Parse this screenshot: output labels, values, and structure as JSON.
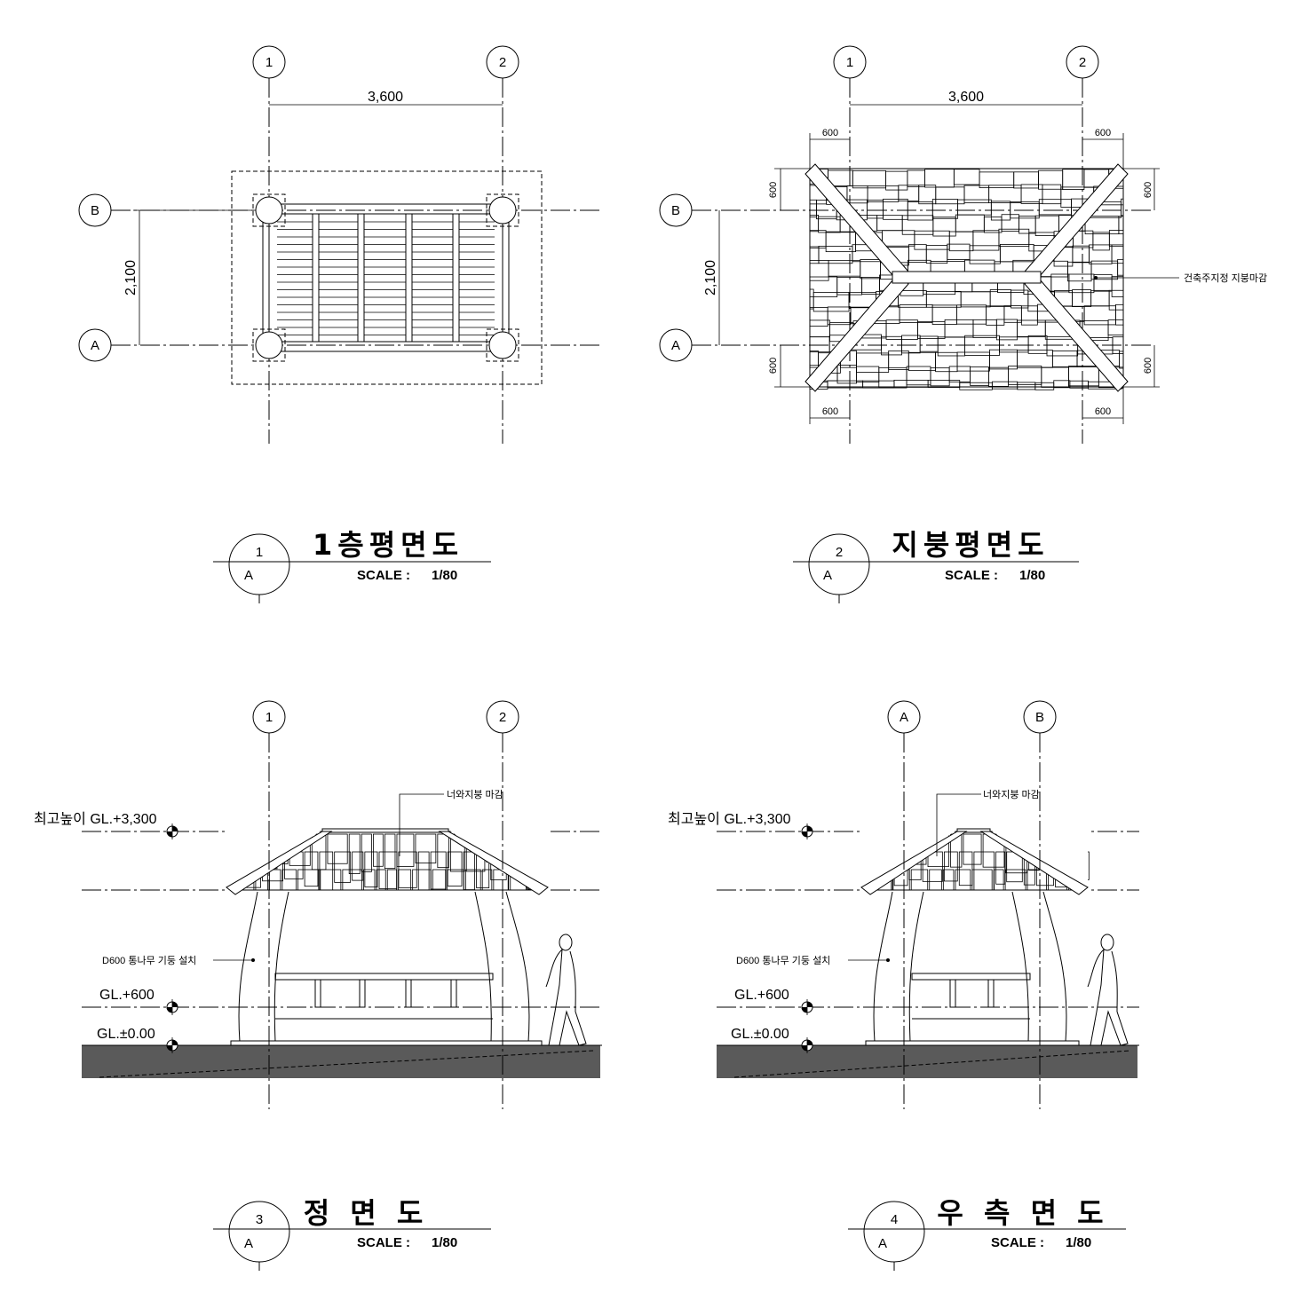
{
  "colors": {
    "ground": "#5a5a5a",
    "line": "#000000"
  },
  "plan_floor": {
    "grid_x": [
      "1",
      "2"
    ],
    "grid_y": [
      "B",
      "A"
    ],
    "dim_x": "3,600",
    "dim_y": "2,100",
    "title_no": "1",
    "title_sheet": "A",
    "title": "1층평면도",
    "scale_label": "SCALE :",
    "scale": "1/80"
  },
  "plan_roof": {
    "grid_x": [
      "1",
      "2"
    ],
    "grid_y": [
      "B",
      "A"
    ],
    "dim_x": "3,600",
    "dim_y": "2,100",
    "overhang": "600",
    "note": "건축주지정 지붕마감",
    "title_no": "2",
    "title_sheet": "A",
    "title": "지붕평면도",
    "scale_label": "SCALE :",
    "scale": "1/80"
  },
  "elev_front": {
    "grid_x": [
      "1",
      "2"
    ],
    "level_top": "최고높이 GL.+3,300",
    "level_600": "GL.+600",
    "level_0": "GL.±0.00",
    "note_roof": "너와지붕 마감",
    "note_column": "D600 통나무 기둥 설치",
    "title_no": "3",
    "title_sheet": "A",
    "title": "정 면 도",
    "scale_label": "SCALE :",
    "scale": "1/80"
  },
  "elev_side": {
    "grid_x": [
      "A",
      "B"
    ],
    "level_top": "최고높이 GL.+3,300",
    "level_600": "GL.+600",
    "level_0": "GL.±0.00",
    "note_roof": "너와지붕 마감",
    "note_column": "D600 통나무 기둥 설치",
    "title_no": "4",
    "title_sheet": "A",
    "title": "우 측 면 도",
    "scale_label": "SCALE :",
    "scale": "1/80"
  }
}
